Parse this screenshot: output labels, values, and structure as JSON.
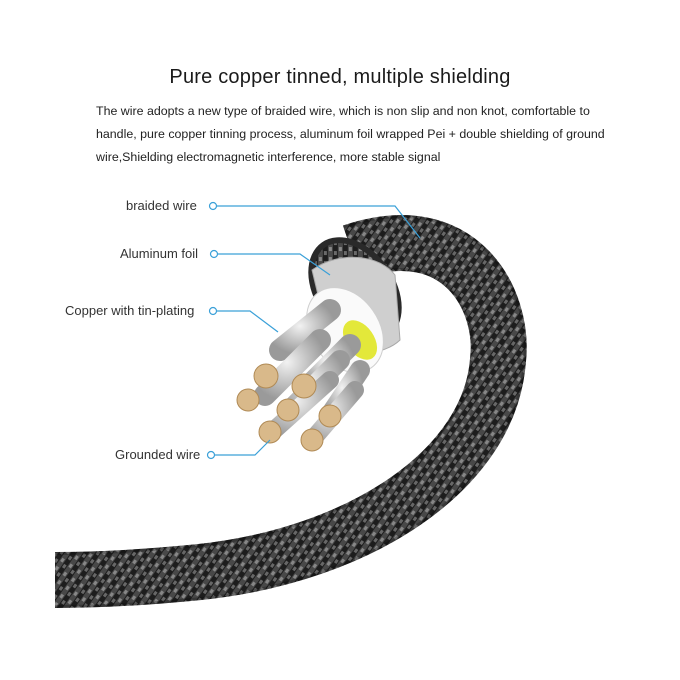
{
  "header": {
    "title": "Pure copper tinned, multiple shielding",
    "description": "The wire adopts a new type of braided wire, which is non slip and non knot, comfortable to handle, pure copper tinning process, aluminum foil wrapped Pei + double shielding of ground wire,Shielding electromagnetic interference, more stable signal"
  },
  "diagram": {
    "labels": {
      "braided_wire": "braided wire",
      "aluminum_foil": "Aluminum foil",
      "copper_tin_plating": "Copper with tin-plating",
      "grounded_wire": "Grounded wire"
    },
    "colors": {
      "leader": "#3aa0d8",
      "braid": "#2b2b2b",
      "foil": "#c9c9c9",
      "copper": "#d9b98a",
      "insulation_yellow": "#e3e83a"
    }
  }
}
